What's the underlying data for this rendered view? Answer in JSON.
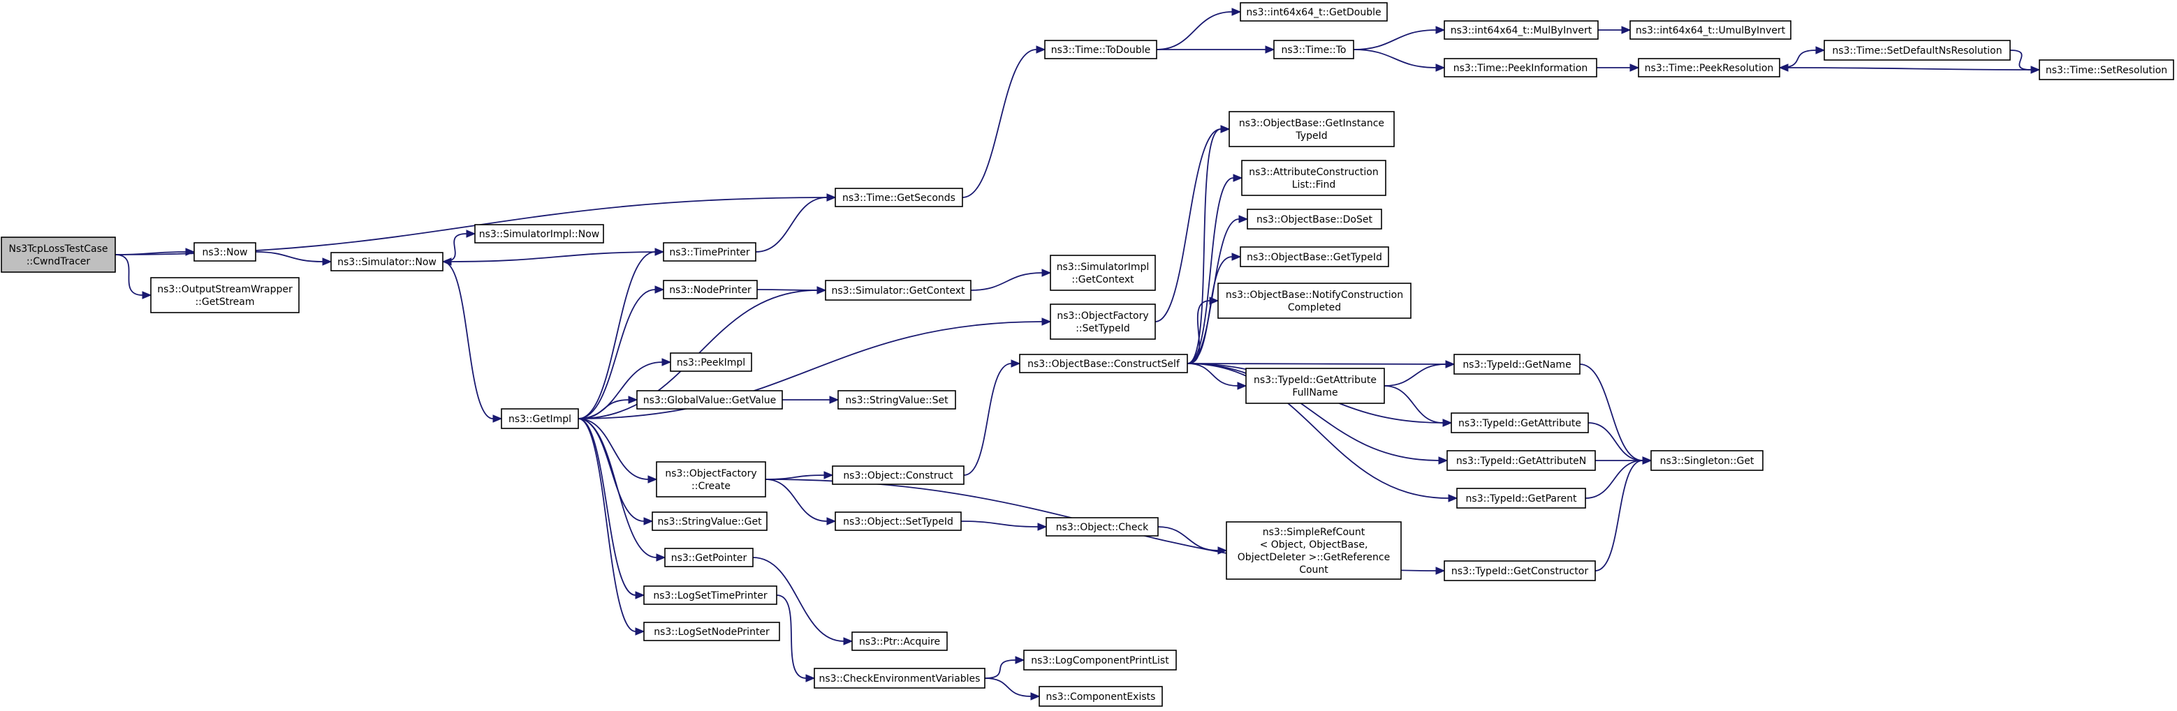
{
  "colors": {
    "edge": "#191970",
    "node_fill": "#ffffff",
    "node_border": "#000000",
    "root_fill": "#bfbfbf",
    "truncated_border": "#ff0000"
  },
  "nodes": {
    "cwndtracer": {
      "lines": [
        "Ns3TcpLossTestCase",
        "::CwndTracer"
      ],
      "root": true
    },
    "now": {
      "lines": [
        "ns3::Now"
      ]
    },
    "getstream": {
      "lines": [
        "ns3::OutputStreamWrapper",
        "::GetStream"
      ]
    },
    "time_getseconds": {
      "lines": [
        "ns3::Time::GetSeconds"
      ]
    },
    "sim_now": {
      "lines": [
        "ns3::Simulator::Now"
      ]
    },
    "simimpl_now": {
      "lines": [
        "ns3::SimulatorImpl::Now"
      ]
    },
    "getimpl": {
      "lines": [
        "ns3::GetImpl"
      ]
    },
    "timeprinter": {
      "lines": [
        "ns3::TimePrinter"
      ]
    },
    "nodeprinter": {
      "lines": [
        "ns3::NodePrinter"
      ]
    },
    "peekimpl": {
      "lines": [
        "ns3::PeekImpl"
      ]
    },
    "gv_getvalue": {
      "lines": [
        "ns3::GlobalValue::GetValue"
      ]
    },
    "of_create": {
      "lines": [
        "ns3::ObjectFactory",
        "::Create"
      ]
    },
    "sv_get": {
      "lines": [
        "ns3::StringValue::Get"
      ]
    },
    "getpointer": {
      "lines": [
        "ns3::GetPointer"
      ]
    },
    "logsettimeprinter": {
      "lines": [
        "ns3::LogSetTimePrinter"
      ]
    },
    "logsetnodeprinter": {
      "lines": [
        "ns3::LogSetNodePrinter"
      ]
    },
    "time_todouble": {
      "lines": [
        "ns3::Time::ToDouble"
      ]
    },
    "sim_getcontext": {
      "lines": [
        "ns3::Simulator::GetContext"
      ]
    },
    "sv_set": {
      "lines": [
        "ns3::StringValue::Set"
      ]
    },
    "obj_construct": {
      "lines": [
        "ns3::Object::Construct"
      ]
    },
    "obj_settypeid": {
      "lines": [
        "ns3::Object::SetTypeId"
      ]
    },
    "ptr_acquire": {
      "lines": [
        "ns3::Ptr::Acquire"
      ]
    },
    "checkenv": {
      "lines": [
        "ns3::CheckEnvironmentVariables"
      ]
    },
    "int64_getdouble": {
      "lines": [
        "ns3::int64x64_t::GetDouble"
      ]
    },
    "time_to": {
      "lines": [
        "ns3::Time::To"
      ]
    },
    "simimpl_getcontext": {
      "lines": [
        "ns3::SimulatorImpl",
        "::GetContext"
      ]
    },
    "of_settypeid": {
      "lines": [
        "ns3::ObjectFactory",
        "::SetTypeId"
      ]
    },
    "ob_constructself": {
      "lines": [
        "ns3::ObjectBase::ConstructSelf"
      ]
    },
    "obj_check": {
      "lines": [
        "ns3::Object::Check"
      ]
    },
    "logcomponentprintlist": {
      "lines": [
        "ns3::LogComponentPrintList"
      ],
      "truncated": true
    },
    "componentexists": {
      "lines": [
        "ns3::ComponentExists"
      ],
      "truncated": true
    },
    "int64_mulbyinvert": {
      "lines": [
        "ns3::int64x64_t::MulByInvert"
      ]
    },
    "time_peekinformation": {
      "lines": [
        "ns3::Time::PeekInformation"
      ]
    },
    "ob_getinstancetypeid": {
      "lines": [
        "ns3::ObjectBase::GetInstance",
        "TypeId"
      ]
    },
    "acl_find": {
      "lines": [
        "ns3::AttributeConstruction",
        "List::Find"
      ]
    },
    "ob_doset": {
      "lines": [
        "ns3::ObjectBase::DoSet"
      ]
    },
    "ob_gettypeid": {
      "lines": [
        "ns3::ObjectBase::GetTypeId"
      ],
      "truncated": true
    },
    "ob_notify": {
      "lines": [
        "ns3::ObjectBase::NotifyConstruction",
        "Completed"
      ]
    },
    "tid_getattributefullname": {
      "lines": [
        "ns3::TypeId::GetAttribute",
        "FullName"
      ]
    },
    "simplerefcount": {
      "lines": [
        "ns3::SimpleRefCount",
        "< Object, ObjectBase,",
        "ObjectDeleter >::GetReference",
        "Count"
      ]
    },
    "int64_umulbyinvert": {
      "lines": [
        "ns3::int64x64_t::UmulByInvert"
      ]
    },
    "time_peekresolution": {
      "lines": [
        "ns3::Time::PeekResolution"
      ]
    },
    "tid_getname": {
      "lines": [
        "ns3::TypeId::GetName"
      ]
    },
    "tid_getattribute": {
      "lines": [
        "ns3::TypeId::GetAttribute"
      ]
    },
    "tid_getattributen": {
      "lines": [
        "ns3::TypeId::GetAttributeN"
      ]
    },
    "tid_getparent": {
      "lines": [
        "ns3::TypeId::GetParent"
      ],
      "truncated": true
    },
    "tid_getconstructor": {
      "lines": [
        "ns3::TypeId::GetConstructor"
      ]
    },
    "time_setdefaultnsresolution": {
      "lines": [
        "ns3::Time::SetDefaultNsResolution"
      ]
    },
    "singleton_get": {
      "lines": [
        "ns3::Singleton::Get"
      ]
    },
    "time_setresolution": {
      "lines": [
        "ns3::Time::SetResolution"
      ]
    }
  },
  "edges": [
    {
      "from": "cwndtracer",
      "to": "time_getseconds"
    },
    {
      "from": "cwndtracer",
      "to": "now"
    },
    {
      "from": "cwndtracer",
      "to": "getstream"
    },
    {
      "from": "now",
      "to": "sim_now"
    },
    {
      "from": "sim_now",
      "to": "simimpl_now"
    },
    {
      "from": "sim_now",
      "to": "getimpl"
    },
    {
      "from": "timeprinter",
      "to": "sim_now"
    },
    {
      "from": "timeprinter",
      "to": "time_getseconds"
    },
    {
      "from": "time_getseconds",
      "to": "time_todouble"
    },
    {
      "from": "time_todouble",
      "to": "int64_getdouble"
    },
    {
      "from": "time_todouble",
      "to": "time_to"
    },
    {
      "from": "time_to",
      "to": "int64_mulbyinvert"
    },
    {
      "from": "time_to",
      "to": "time_peekinformation"
    },
    {
      "from": "int64_mulbyinvert",
      "to": "int64_umulbyinvert"
    },
    {
      "from": "time_peekinformation",
      "to": "time_peekresolution"
    },
    {
      "from": "time_peekresolution",
      "to": "time_setdefaultnsresolution"
    },
    {
      "from": "time_setdefaultnsresolution",
      "to": "time_setresolution"
    },
    {
      "from": "time_setresolution",
      "to": "time_peekresolution"
    },
    {
      "from": "getimpl",
      "to": "timeprinter"
    },
    {
      "from": "getimpl",
      "to": "nodeprinter"
    },
    {
      "from": "getimpl",
      "to": "sim_getcontext"
    },
    {
      "from": "getimpl",
      "to": "peekimpl"
    },
    {
      "from": "getimpl",
      "to": "gv_getvalue"
    },
    {
      "from": "getimpl",
      "to": "of_settypeid"
    },
    {
      "from": "getimpl",
      "to": "of_create"
    },
    {
      "from": "getimpl",
      "to": "sv_get"
    },
    {
      "from": "getimpl",
      "to": "getpointer"
    },
    {
      "from": "getimpl",
      "to": "logsettimeprinter"
    },
    {
      "from": "getimpl",
      "to": "logsetnodeprinter"
    },
    {
      "from": "nodeprinter",
      "to": "sim_getcontext"
    },
    {
      "from": "sim_getcontext",
      "to": "simimpl_getcontext"
    },
    {
      "from": "gv_getvalue",
      "to": "sv_set"
    },
    {
      "from": "of_create",
      "to": "obj_construct"
    },
    {
      "from": "of_create",
      "to": "obj_settypeid"
    },
    {
      "from": "of_create",
      "to": "tid_getconstructor"
    },
    {
      "from": "obj_construct",
      "to": "ob_constructself"
    },
    {
      "from": "obj_settypeid",
      "to": "obj_check"
    },
    {
      "from": "obj_check",
      "to": "simplerefcount"
    },
    {
      "from": "getpointer",
      "to": "ptr_acquire"
    },
    {
      "from": "logsettimeprinter",
      "to": "checkenv"
    },
    {
      "from": "checkenv",
      "to": "logcomponentprintlist"
    },
    {
      "from": "checkenv",
      "to": "componentexists"
    },
    {
      "from": "of_settypeid",
      "to": "ob_getinstancetypeid"
    },
    {
      "from": "ob_constructself",
      "to": "tid_getname"
    },
    {
      "from": "ob_constructself",
      "to": "ob_getinstancetypeid"
    },
    {
      "from": "ob_constructself",
      "to": "acl_find"
    },
    {
      "from": "ob_constructself",
      "to": "ob_doset"
    },
    {
      "from": "ob_constructself",
      "to": "ob_gettypeid"
    },
    {
      "from": "ob_constructself",
      "to": "ob_notify"
    },
    {
      "from": "ob_constructself",
      "to": "tid_getattributefullname"
    },
    {
      "from": "ob_constructself",
      "to": "tid_getattribute"
    },
    {
      "from": "ob_constructself",
      "to": "tid_getattributen"
    },
    {
      "from": "ob_constructself",
      "to": "tid_getparent"
    },
    {
      "from": "tid_getattributefullname",
      "to": "tid_getname"
    },
    {
      "from": "tid_getattributefullname",
      "to": "tid_getattribute"
    },
    {
      "from": "tid_getname",
      "to": "singleton_get"
    },
    {
      "from": "tid_getattribute",
      "to": "singleton_get"
    },
    {
      "from": "tid_getattributen",
      "to": "singleton_get"
    },
    {
      "from": "tid_getparent",
      "to": "singleton_get"
    },
    {
      "from": "tid_getconstructor",
      "to": "singleton_get"
    }
  ]
}
